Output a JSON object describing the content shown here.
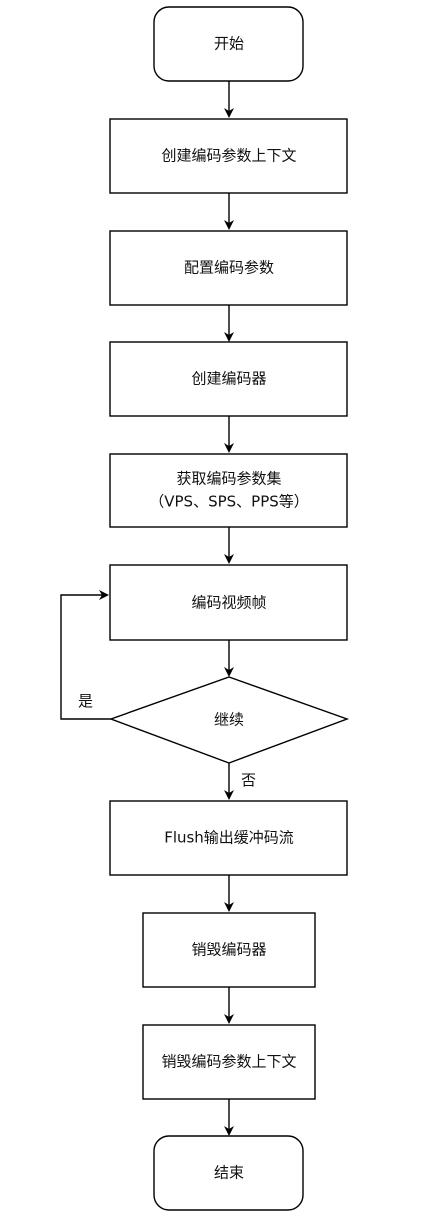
{
  "diagram": {
    "nodes": {
      "start": "开始",
      "create_context": "创建编码参数上下文",
      "configure_params": "配置编码参数",
      "create_encoder": "创建编码器",
      "get_param_sets_line1": "获取编码参数集",
      "get_param_sets_line2": "（VPS、SPS、PPS等）",
      "encode_frame": "编码视频帧",
      "continue_decision": "继续",
      "flush_stream": "Flush输出缓冲码流",
      "destroy_encoder": "销毁编码器",
      "destroy_context": "销毁编码参数上下文",
      "end": "结束"
    },
    "edge_labels": {
      "yes": "是",
      "no": "否"
    },
    "colors": {
      "stroke": "#000000",
      "fill": "#ffffff",
      "text": "#111111"
    }
  }
}
